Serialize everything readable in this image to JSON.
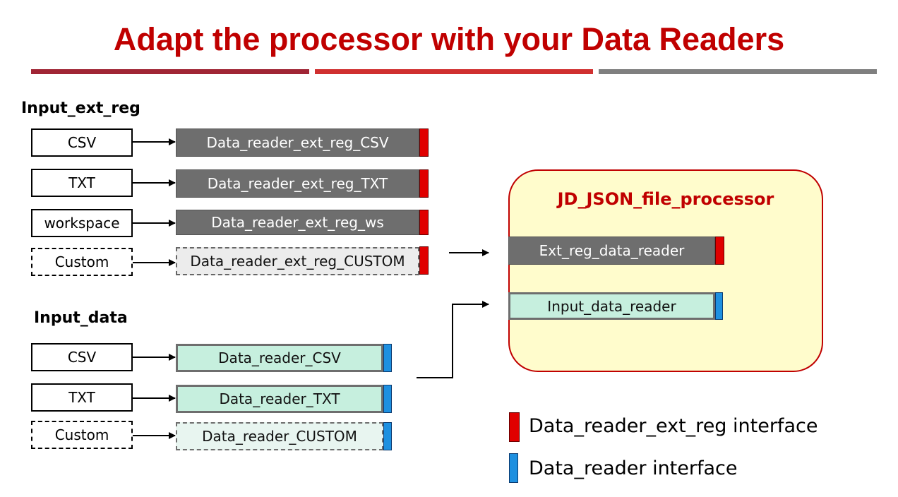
{
  "title": "Adapt the processor with your Data Readers",
  "colors": {
    "title": "#c00000",
    "rule_left": "#a02535",
    "rule_middle": "#d03030",
    "rule_right": "#7f7f7f",
    "ext_reg_interface": "#e00000",
    "data_interface": "#1e90e0",
    "processor_fill": "#fffccc",
    "data_reader_fill": "#c6efde"
  },
  "input_ext_reg": {
    "label": "Input_ext_reg",
    "sources": [
      {
        "label": "CSV",
        "custom": false
      },
      {
        "label": "TXT",
        "custom": false
      },
      {
        "label": "workspace",
        "custom": false
      },
      {
        "label": "Custom",
        "custom": true
      }
    ],
    "readers": [
      {
        "label": "Data_reader_ext_reg_CSV",
        "custom": false
      },
      {
        "label": "Data_reader_ext_reg_TXT",
        "custom": false
      },
      {
        "label": "Data_reader_ext_reg_ws",
        "custom": false
      },
      {
        "label": "Data_reader_ext_reg_CUSTOM",
        "custom": true
      }
    ]
  },
  "input_data": {
    "label": "Input_data",
    "sources": [
      {
        "label": "CSV",
        "custom": false
      },
      {
        "label": "TXT",
        "custom": false
      },
      {
        "label": "Custom",
        "custom": true
      }
    ],
    "readers": [
      {
        "label": "Data_reader_CSV",
        "custom": false
      },
      {
        "label": "Data_reader_TXT",
        "custom": false
      },
      {
        "label": "Data_reader_CUSTOM",
        "custom": true
      }
    ]
  },
  "processor": {
    "title": "JD_JSON_file_processor",
    "ext_reg_slot": "Ext_reg_data_reader",
    "input_data_slot": "Input_data_reader"
  },
  "legend": [
    {
      "label": "Data_reader_ext_reg interface",
      "color": "#e00000"
    },
    {
      "label": "Data_reader interface",
      "color": "#1e90e0"
    }
  ]
}
